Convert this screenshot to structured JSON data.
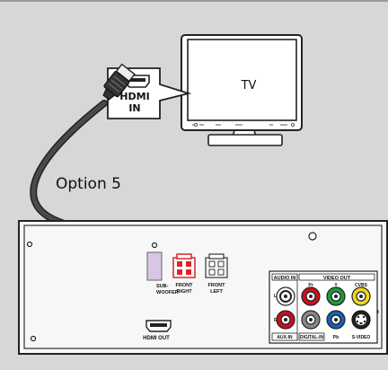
{
  "tv": {
    "label": "TV"
  },
  "hdmi_in": {
    "line1": "HDMI",
    "line2": "IN"
  },
  "option": {
    "label": "Option 5"
  },
  "panel": {
    "hdmi_out": "HDMI OUT",
    "subwoofer": "SUB-\nWOOFER",
    "front_right": "FRONT\nRIGHT",
    "front_left": "FRONT\nLEFT",
    "audio_in": "AUDIO IN",
    "video_out": "VIDEO OUT",
    "pr": "Pr",
    "y": "Y",
    "cvbs": "CVBS",
    "aux_in": "AUX-IN",
    "digital_in": "DIGITAL-IN",
    "pb": "Pb",
    "s_video": "S-VIDEO",
    "l": "L",
    "r": "R"
  },
  "colors": {
    "background": "#d7d7d6",
    "red_jack": "#c8101e",
    "green_jack": "#1f9a3d",
    "blue_jack": "#1a5fae",
    "yellow_jack": "#f1d51f",
    "speaker_red": "#d9252a",
    "cable": "#3a3a3a"
  }
}
